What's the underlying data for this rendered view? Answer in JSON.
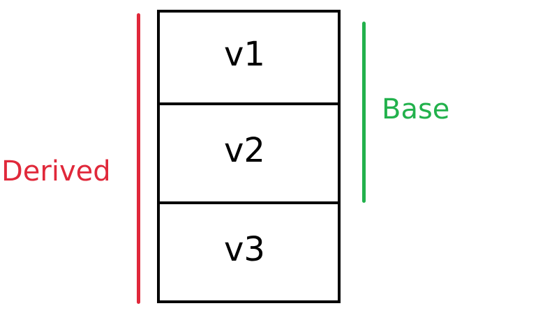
{
  "stack": {
    "cells": [
      {
        "label": "v1"
      },
      {
        "label": "v2"
      },
      {
        "label": "v3"
      }
    ]
  },
  "derived": {
    "label": "Derived",
    "color": "#e0283a"
  },
  "base": {
    "label": "Base",
    "color": "#22b14c"
  }
}
